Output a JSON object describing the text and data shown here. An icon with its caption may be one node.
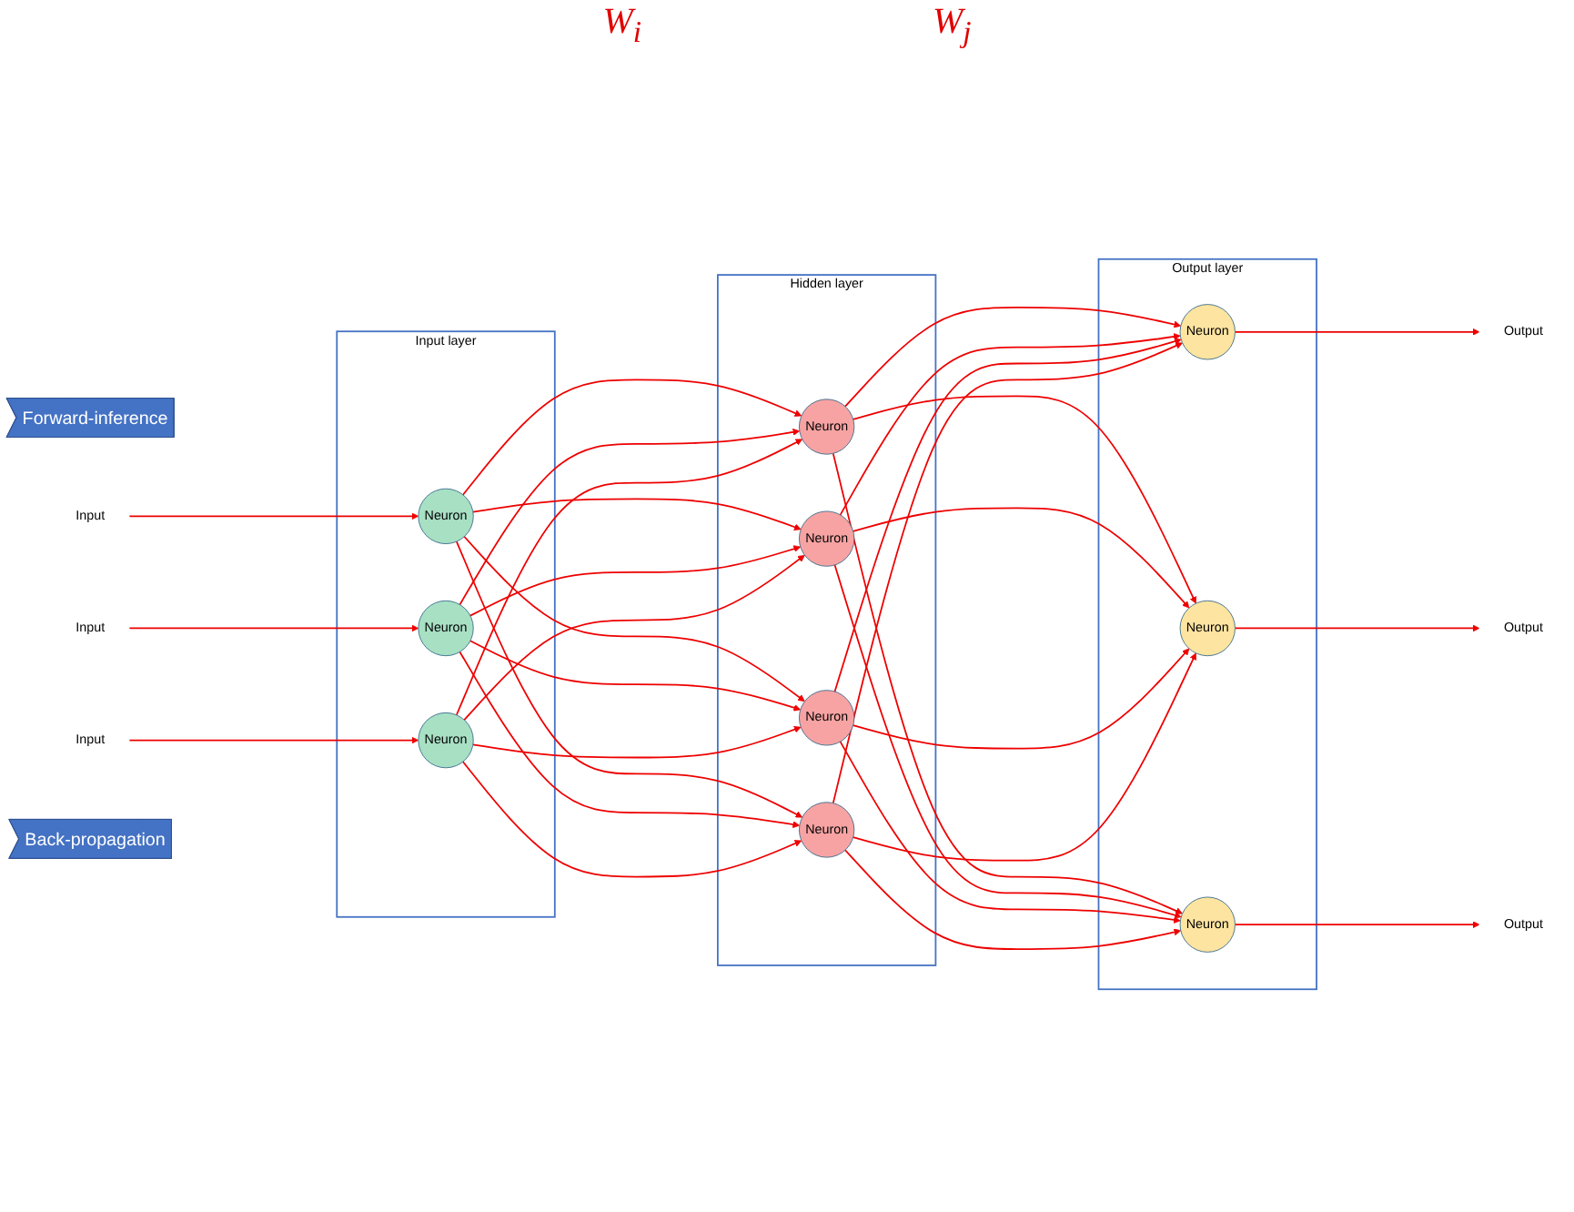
{
  "diagram": {
    "nodes": [
      {
        "text": [
          "Forward-inference"
        ]
      },
      {
        "text": [
          "Input layer"
        ]
      },
      {
        "text": [
          "Neuron"
        ],
        "in": 1
      },
      {
        "text": [
          "Neuron"
        ],
        "in": 1
      },
      {
        "text": [
          "Neuron"
        ],
        "in": 1
      },
      {
        "text": [
          "Hidden layer"
        ]
      },
      {
        "text": [
          "Neuron"
        ],
        "in": 5
      },
      {
        "text": [
          "Neuron"
        ],
        "in": 5
      },
      {
        "text": [
          "Neuron"
        ],
        "in": 5
      },
      {
        "text": [
          "Neuron"
        ],
        "in": 5
      },
      {
        "text": [
          "Output layer"
        ]
      },
      {
        "text": [
          "Neuron"
        ],
        "in": 10
      },
      {
        "text": [
          "Neuron"
        ],
        "in": 10
      },
      {
        "text": [
          "Neuron"
        ],
        "in": 10
      },
      {
        "text": [
          "Input"
        ]
      },
      {
        "text": [
          "Input"
        ]
      },
      {
        "text": [
          "Input"
        ]
      },
      {
        "text": [
          "Output"
        ]
      },
      {
        "text": [
          "Output"
        ]
      },
      {
        "text": [
          "Output"
        ]
      },
      {
        "text": [
          "Back-propagation"
        ]
      }
    ],
    "edges": [
      {
        "from": 14,
        "to": 2,
        "arrow": "to"
      },
      {
        "from": 15,
        "to": 3,
        "arrow": "to"
      },
      {
        "from": 16,
        "to": 4,
        "arrow": "to"
      },
      {
        "from": 2,
        "to": 6,
        "arrow": "to"
      },
      {
        "from": 2,
        "to": 7,
        "arrow": "to"
      },
      {
        "from": 2,
        "to": 8,
        "arrow": "to"
      },
      {
        "from": 2,
        "to": 9,
        "arrow": "to"
      },
      {
        "from": 3,
        "to": 6,
        "arrow": "to"
      },
      {
        "from": 3,
        "to": 7,
        "arrow": "to"
      },
      {
        "from": 3,
        "to": 8,
        "arrow": "to"
      },
      {
        "from": 3,
        "to": 9,
        "arrow": "to"
      },
      {
        "from": 4,
        "to": 6,
        "arrow": "to"
      },
      {
        "from": 4,
        "to": 7,
        "arrow": "to"
      },
      {
        "from": 4,
        "to": 8,
        "arrow": "to"
      },
      {
        "from": 4,
        "to": 9,
        "arrow": "to"
      },
      {
        "from": 6,
        "to": 11,
        "arrow": "to"
      },
      {
        "from": 6,
        "to": 12,
        "arrow": "to"
      },
      {
        "from": 6,
        "to": 13,
        "arrow": "to"
      },
      {
        "from": 7,
        "to": 11,
        "arrow": "to"
      },
      {
        "from": 7,
        "to": 12,
        "arrow": "to"
      },
      {
        "from": 7,
        "to": 13,
        "arrow": "to"
      },
      {
        "from": 8,
        "to": 11,
        "arrow": "to"
      },
      {
        "from": 8,
        "to": 12,
        "arrow": "to"
      },
      {
        "from": 8,
        "to": 13,
        "arrow": "to"
      },
      {
        "from": 9,
        "to": 11,
        "arrow": "to"
      },
      {
        "from": 9,
        "to": 12,
        "arrow": "to"
      },
      {
        "from": 9,
        "to": 13,
        "arrow": "to"
      },
      {
        "from": 11,
        "to": 17,
        "arrow": "to"
      },
      {
        "from": 12,
        "to": 18,
        "arrow": "to"
      },
      {
        "from": 13,
        "to": 19,
        "arrow": "to"
      }
    ],
    "labels": [
      "W$_{i}$",
      "W$_{j}$"
    ]
  }
}
